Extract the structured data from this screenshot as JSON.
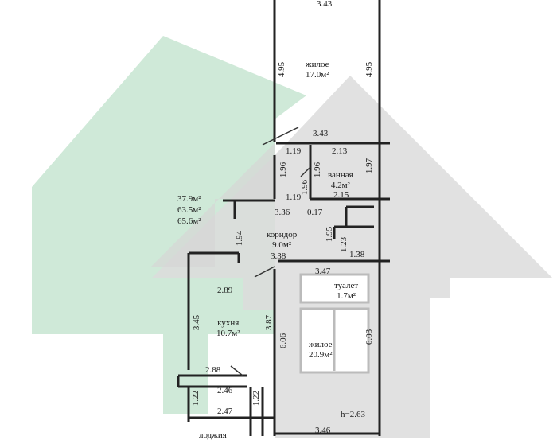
{
  "colors": {
    "green_arrow": "#cfe9d8",
    "gray_arrow": "#dcdcdc",
    "wall": "#222222",
    "background": "#ffffff"
  },
  "rooms": {
    "living_top": {
      "name": "жилое",
      "area": "17.0м²"
    },
    "bathroom": {
      "name": "ванная",
      "area": "4.2м²"
    },
    "corridor": {
      "name": "коридор",
      "area": "9.0м²"
    },
    "toilet": {
      "name": "туалет",
      "area": "1.7м²"
    },
    "kitchen": {
      "name": "кухня",
      "area": "10.7м²"
    },
    "living_bottom": {
      "name": "жилое",
      "area": "20.9м²"
    },
    "loggia": {
      "name": "лоджия"
    }
  },
  "totals": {
    "living_area": "37.9м²",
    "total_area": "63.5м²",
    "total_with_loggia": "65.6м²"
  },
  "ceiling_height": "h=2.63",
  "dimensions": {
    "top_width": "3.43",
    "left_495": "4.95",
    "right_495": "4.95",
    "d343_mid": "3.43",
    "d119_a": "1.19",
    "d213": "2.13",
    "d196_a": "1.96",
    "d196_b": "1.96",
    "d197": "1.97",
    "d119_b": "1.19",
    "d215": "2.15",
    "d336": "3.36",
    "d017": "0.17",
    "d194": "1.94",
    "d195": "1.95",
    "d123": "1.23",
    "d338": "3.38",
    "d138": "1.38",
    "d347": "3.47",
    "d289": "2.89",
    "d345": "3.45",
    "d387": "3.87",
    "d606": "6.06",
    "d603": "6.03",
    "d288": "2.88",
    "d246": "2.46",
    "d122_a": "1.22",
    "d122_b": "1.22",
    "d247": "2.47",
    "d346": "3.46"
  }
}
